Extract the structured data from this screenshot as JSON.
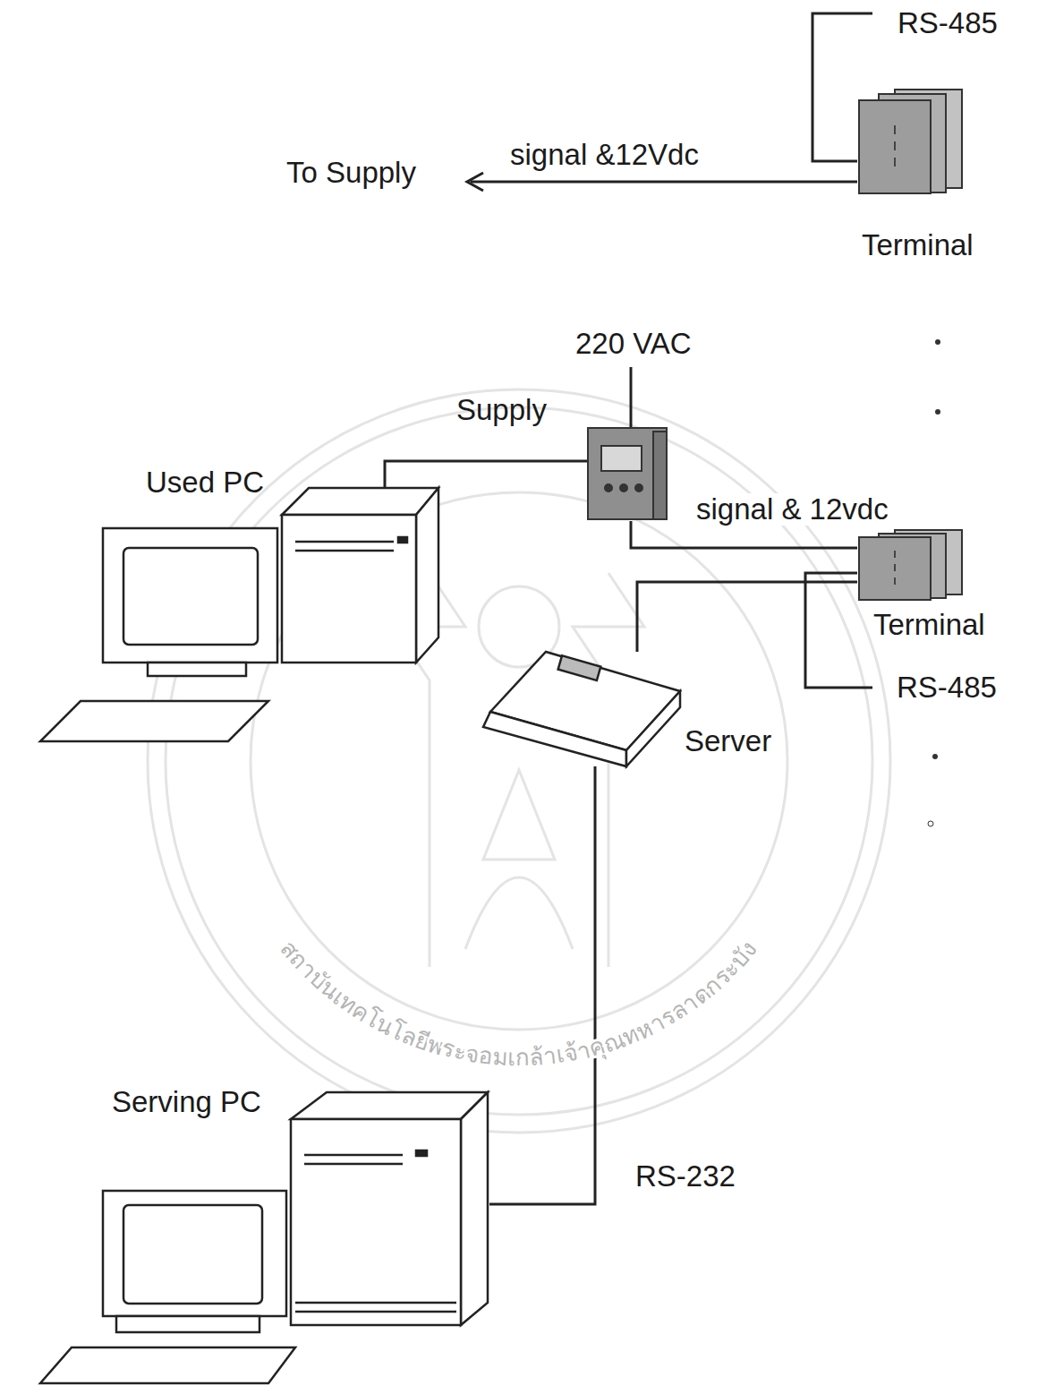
{
  "diagram": {
    "nodes": [
      {
        "text": [
          "Terminal"
        ]
      },
      {
        "text": [
          "Supply"
        ]
      },
      {
        "text": [
          "Used PC"
        ]
      },
      {
        "text": [
          "Terminal"
        ]
      },
      {
        "text": [
          "Server"
        ]
      },
      {
        "text": [
          "Serving PC"
        ]
      }
    ],
    "edges": [
      {
        "from": 2,
        "to": 1,
        "arrow": "none"
      },
      {
        "from": 1,
        "to": 3,
        "label": "signal & 12vdc",
        "arrow": "none"
      },
      {
        "from": 4,
        "to": 3,
        "arrow": "none"
      },
      {
        "from": 4,
        "to": 5,
        "label": "RS-232",
        "arrow": "none"
      }
    ],
    "labels": [
      "RS-485",
      "signal &12Vdc",
      "To Supply",
      "220 VAC",
      "RS-485",
      "สถาบันเทคโนโลยีพระจอมเกล้าเจ้าคุณทหารลาดกระบัง"
    ]
  }
}
